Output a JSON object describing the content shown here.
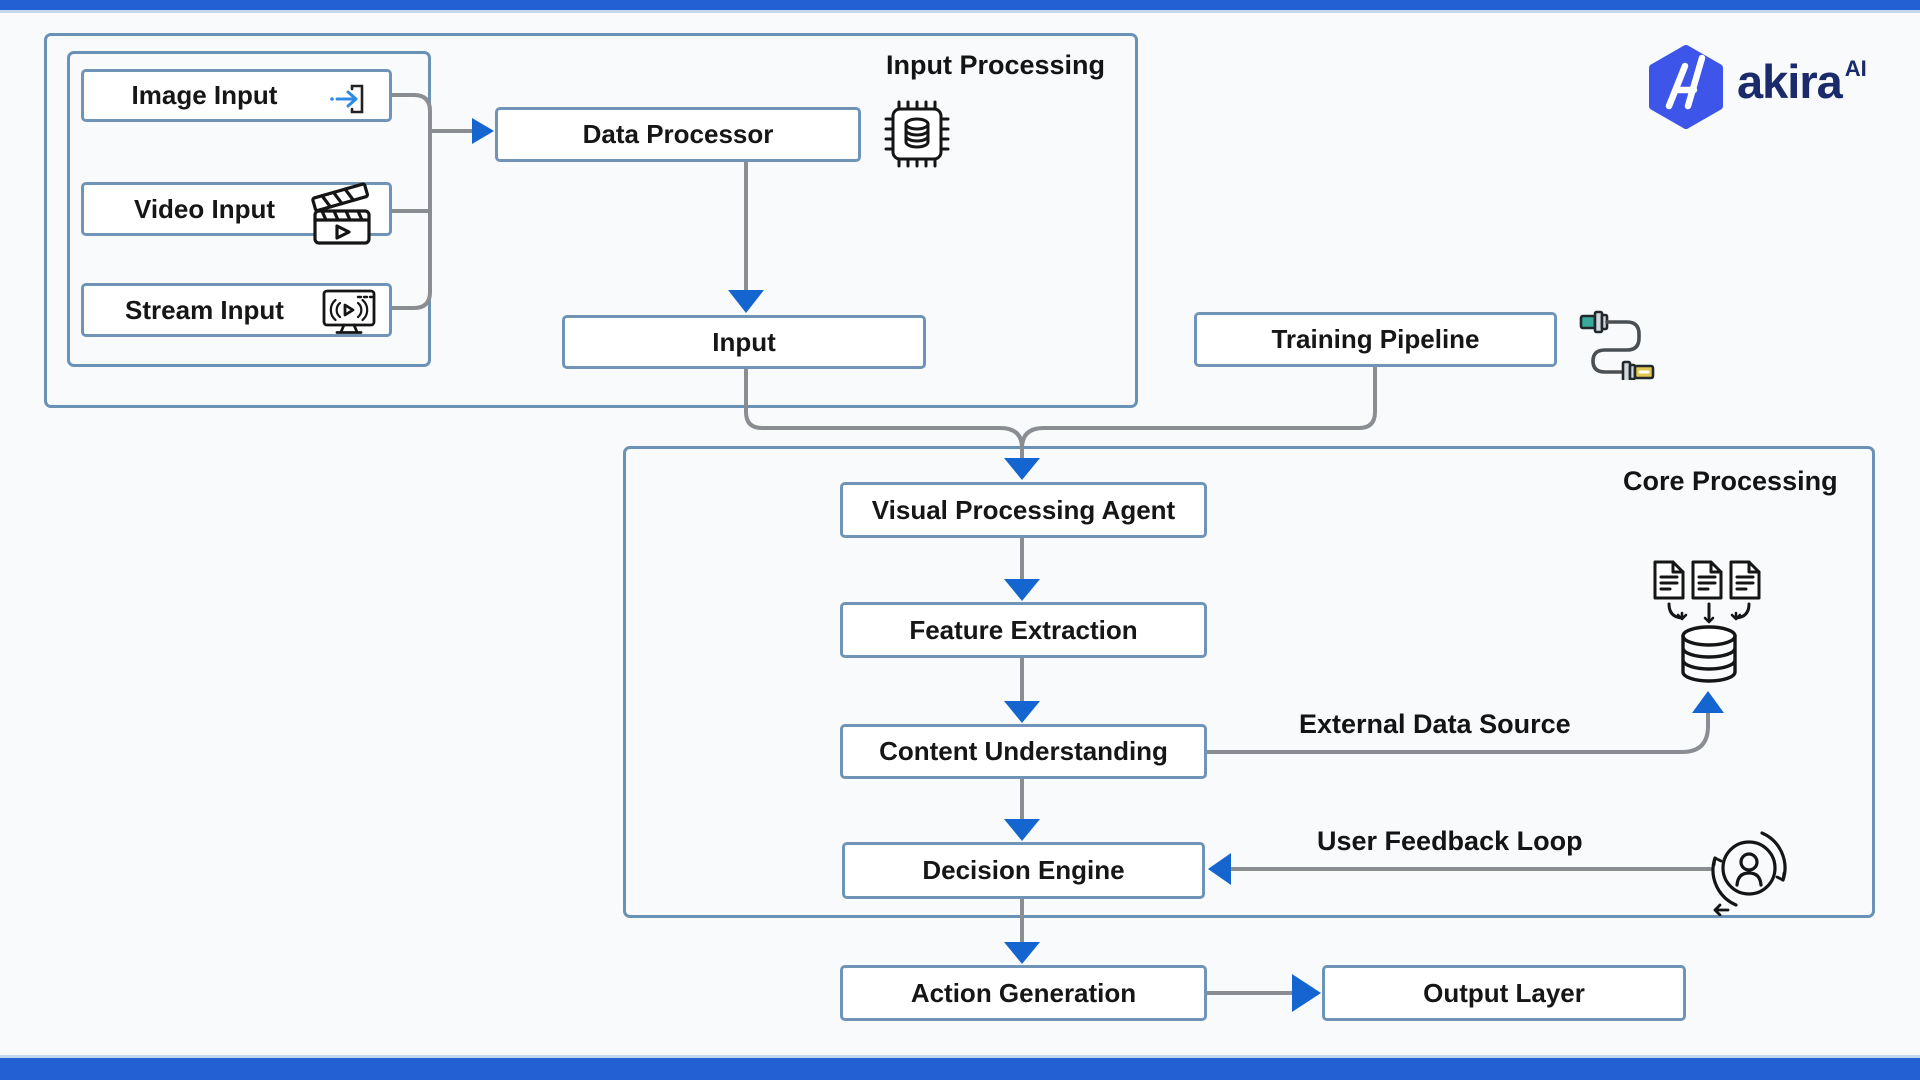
{
  "brand": {
    "name": "akira",
    "sup": "AI"
  },
  "groups": {
    "input_processing": "Input Processing",
    "core_processing": "Core Processing"
  },
  "nodes": {
    "image_input": "Image Input",
    "video_input": "Video Input",
    "stream_input": "Stream Input",
    "data_processor": "Data Processor",
    "input": "Input",
    "training_pipeline": "Training Pipeline",
    "visual_processing_agent": "Visual Processing Agent",
    "feature_extraction": "Feature Extraction",
    "content_understanding": "Content Understanding",
    "decision_engine": "Decision Engine",
    "action_generation": "Action Generation",
    "output_layer": "Output Layer"
  },
  "edge_labels": {
    "external_data_source": "External Data Source",
    "user_feedback_loop": "User Feedback Loop"
  },
  "edges": [
    {
      "from": "image_input",
      "to": "data_processor"
    },
    {
      "from": "video_input",
      "to": "data_processor"
    },
    {
      "from": "stream_input",
      "to": "data_processor"
    },
    {
      "from": "data_processor",
      "to": "input"
    },
    {
      "from": "input",
      "to": "visual_processing_agent"
    },
    {
      "from": "training_pipeline",
      "to": "visual_processing_agent"
    },
    {
      "from": "visual_processing_agent",
      "to": "feature_extraction"
    },
    {
      "from": "feature_extraction",
      "to": "content_understanding"
    },
    {
      "from": "content_understanding",
      "to": "decision_engine"
    },
    {
      "from": "decision_engine",
      "to": "action_generation"
    },
    {
      "from": "action_generation",
      "to": "output_layer"
    },
    {
      "from": "content_understanding",
      "to": "external_database",
      "label": "External Data Source"
    },
    {
      "from": "user_feedback",
      "to": "decision_engine",
      "label": "User Feedback Loop"
    }
  ],
  "icons": [
    "import-icon",
    "clapperboard-icon",
    "stream-monitor-icon",
    "processor-chip-icon",
    "pipeline-connector-icon",
    "documents-database-icon",
    "user-feedback-cycle-icon",
    "brand-hexagon-logo"
  ],
  "colors": {
    "top_bar": "#2261d3",
    "arrow_blue": "#1565d0",
    "box_border": "#7094b8",
    "connector_gray": "#8a8d91",
    "logo_blue": "#3d55e8",
    "brand_navy": "#1b2a6b",
    "pipeline_teal": "#3aa89a",
    "pipeline_yellow": "#e3c84e",
    "background": "#f8fafb"
  }
}
